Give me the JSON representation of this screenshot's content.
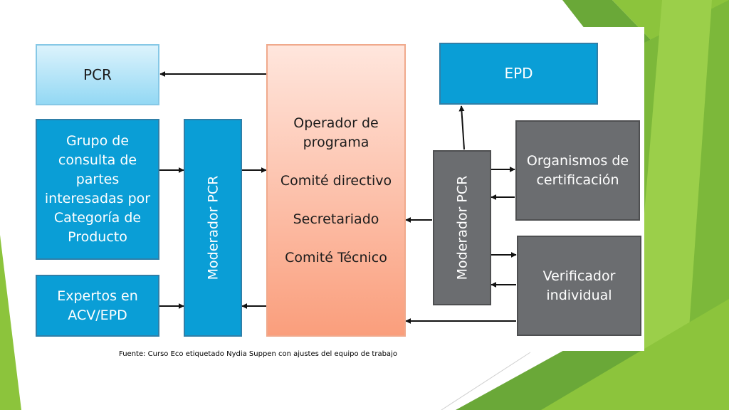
{
  "diagram": {
    "pcr_box": "PCR",
    "grupo_box": [
      "Grupo de",
      "consulta de",
      "partes",
      "interesadas por",
      "Categoría de",
      "Producto"
    ],
    "expertos_box": [
      "Expertos en",
      "ACV/EPD"
    ],
    "moderador_left": "Moderador PCR",
    "operador_box": {
      "line1": [
        "Operador de",
        "programa"
      ],
      "line2": "Comité directivo",
      "line3": "Secretariado",
      "line4": "Comité Técnico"
    },
    "epd_box": "EPD",
    "moderador_right": "Moderador PCR",
    "organismos_box": [
      "Organismos  de",
      "certificación"
    ],
    "verificador_box": [
      "Verificador",
      "individual"
    ],
    "source_note": "Fuente:  Curso Eco etiquetado Nydia Suppen con ajustes del equipo de trabajo"
  },
  "colors": {
    "blue": "#0a9ed6",
    "grey": "#6b6d70",
    "light_blue": "#a6def5",
    "peach": "#fcb59a",
    "green_dark": "#5a9a2c",
    "green_light": "#8cc43c"
  }
}
